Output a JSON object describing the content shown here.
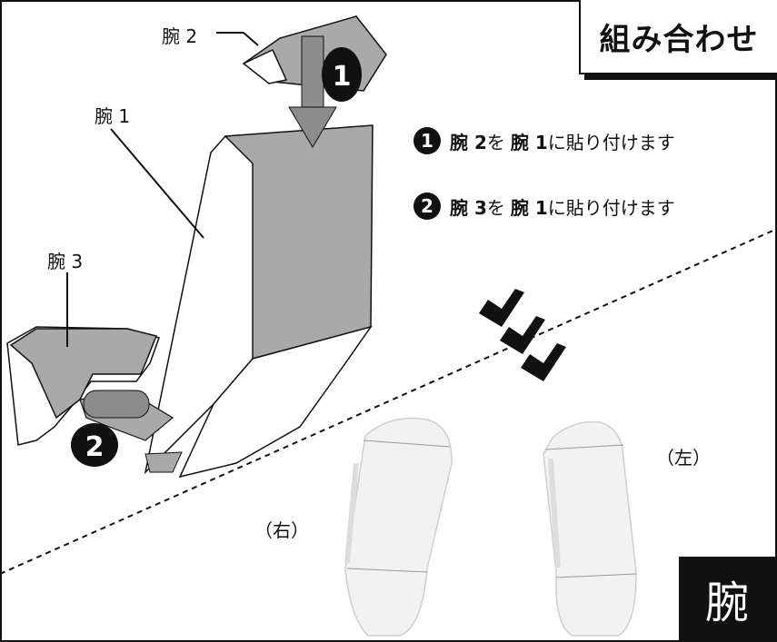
{
  "title": "組み合わせ",
  "corner_label": "腕",
  "parts": {
    "arm1": "腕 1",
    "arm2": "腕 2",
    "arm3": "腕 3"
  },
  "badges": {
    "one": "1",
    "two": "2"
  },
  "steps": [
    {
      "num": "1",
      "part_a": "腕 2",
      "mid": " を",
      "part_b": "腕 1",
      "tail": " に貼り付けます"
    },
    {
      "num": "2",
      "part_a": "腕 3",
      "mid": " を",
      "part_b": "腕 1",
      "tail": " に貼り付けます"
    }
  ],
  "photo_labels": {
    "right": "（右）",
    "left": "（左）"
  },
  "colors": {
    "part_gray": "#a9a9a9",
    "arrow_gray": "#8c8c8c",
    "ink": "#111111"
  }
}
